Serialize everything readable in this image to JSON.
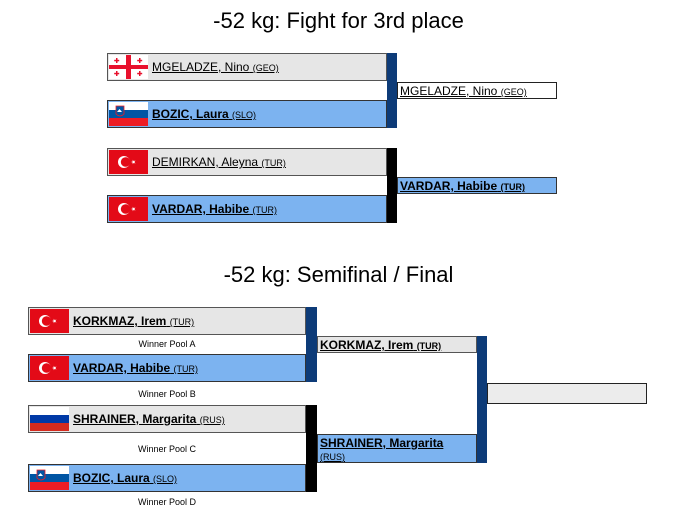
{
  "bronze": {
    "title": "-52 kg: Fight for 3rd place",
    "fight1": {
      "a": {
        "name": "MGELADZE, Nino",
        "nation": "(GEO)",
        "flag": "geo-flag"
      },
      "b": {
        "name": "BOZIC, Laura",
        "nation": "(SLO)",
        "flag": "slo-flag"
      },
      "winner": {
        "name": "MGELADZE, Nino",
        "nation": "(GEO)"
      }
    },
    "fight2": {
      "a": {
        "name": "DEMIRKAN, Aleyna",
        "nation": "(TUR)",
        "flag": "tur-flag"
      },
      "b": {
        "name": "VARDAR, Habibe",
        "nation": "(TUR)",
        "flag": "tur-flag"
      },
      "winner": {
        "name": "VARDAR, Habibe",
        "nation": "(TUR)"
      }
    }
  },
  "final": {
    "title": "-52 kg: Semifinal / Final",
    "entries": [
      {
        "name": "KORKMAZ, Irem",
        "nation": "(TUR)",
        "flag": "tur-flag",
        "pool": "Winner Pool A"
      },
      {
        "name": "VARDAR, Habibe",
        "nation": "(TUR)",
        "flag": "tur-flag",
        "pool": "Winner Pool B"
      },
      {
        "name": "SHRAINER, Margarita",
        "nation": "(RUS)",
        "flag": "rus-flag",
        "pool": "Winner Pool C"
      },
      {
        "name": "BOZIC, Laura",
        "nation": "(SLO)",
        "flag": "slo-flag",
        "pool": "Winner Pool D"
      }
    ],
    "semi_winners": [
      {
        "name": "KORKMAZ, Irem",
        "nation": "(TUR)"
      },
      {
        "name": "SHRAINER, Margarita",
        "nation": "(RUS)"
      }
    ],
    "champion": {
      "name": ""
    }
  },
  "colors": {
    "blue": "#7cb3f0",
    "grey": "#e6e6e6",
    "navy_bar": "#0d3b78",
    "black_bar": "#000000"
  }
}
